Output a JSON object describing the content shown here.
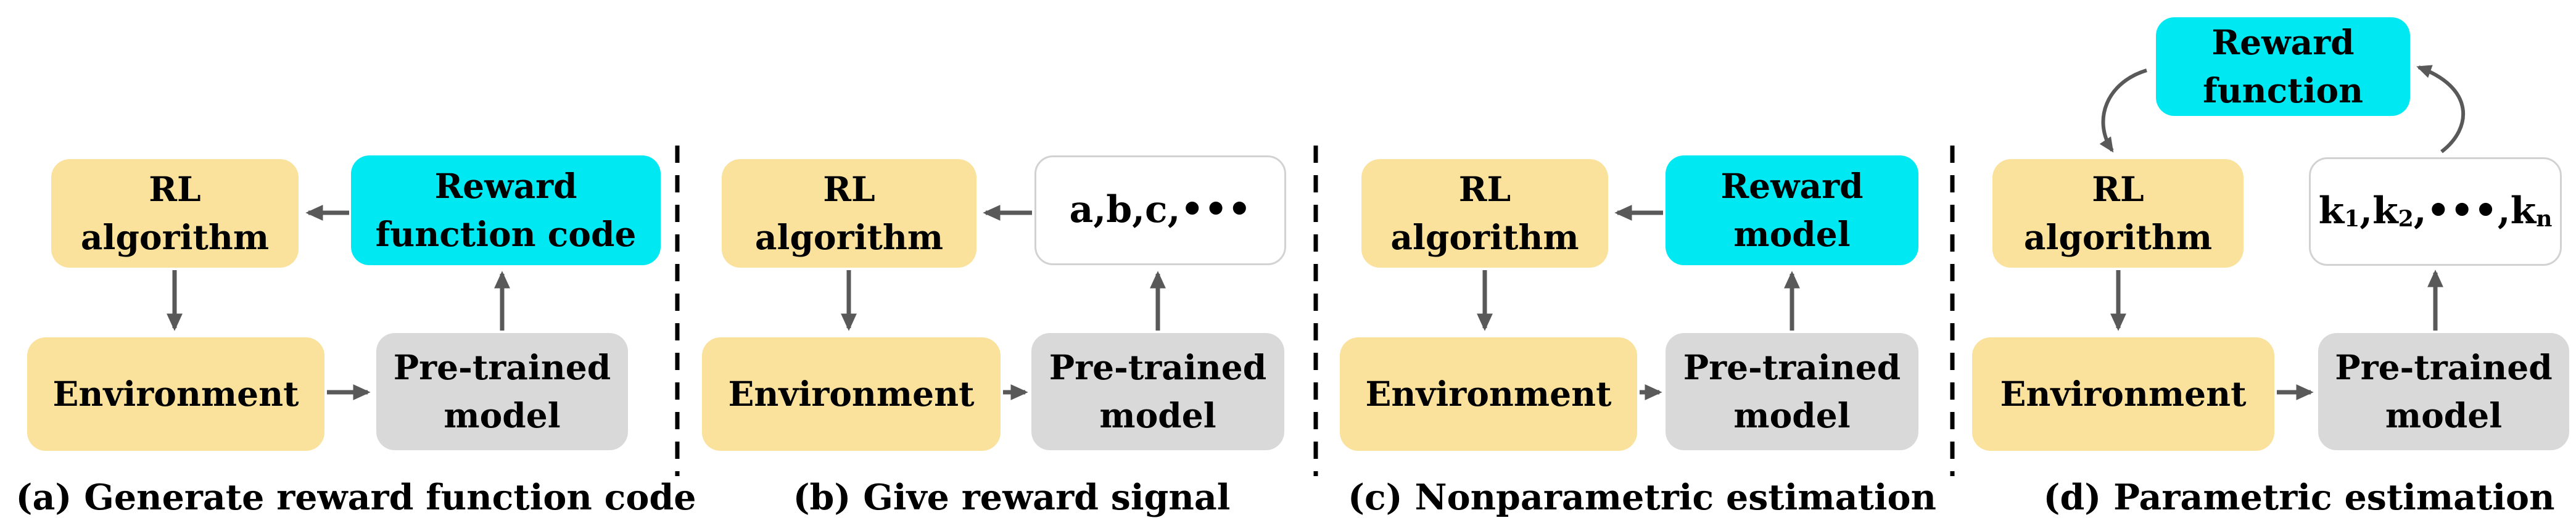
{
  "colors": {
    "background": "#ffffff",
    "box_yellow": "#FAE29C",
    "box_cyan": "#00E9F2",
    "box_gray": "#D9D9D9",
    "white_box_border": "#D2D2D2",
    "arrow_gray": "#595959",
    "separator_black": "#000000",
    "text_black": "#000000"
  },
  "panels": [
    {
      "caption": "(a) Generate reward function code",
      "rl_label": "RL\nalgorithm",
      "reward_label": "Reward\nfunction code",
      "env_label": "Environment",
      "pretrained_label": "Pre-trained\nmodel"
    },
    {
      "caption": "(b) Give reward signal",
      "rl_label": "RL\nalgorithm",
      "signal_label": "a,b,c,•••",
      "env_label": "Environment",
      "pretrained_label": "Pre-trained\nmodel"
    },
    {
      "caption": "(c) Nonparametric estimation",
      "rl_label": "RL\nalgorithm",
      "reward_label": "Reward\nmodel",
      "env_label": "Environment",
      "pretrained_label": "Pre-trained\nmodel"
    },
    {
      "caption": "(d) Parametric estimation",
      "reward_function_label": "Reward\nfunction",
      "rl_label": "RL\nalgorithm",
      "k_parts": {
        "k1": "k",
        "s1": "1",
        "k2": ",k",
        "s2": "2",
        "dots": ",•••,k",
        "sn": "n"
      },
      "env_label": "Environment",
      "pretrained_label": "Pre-trained\nmodel"
    }
  ]
}
